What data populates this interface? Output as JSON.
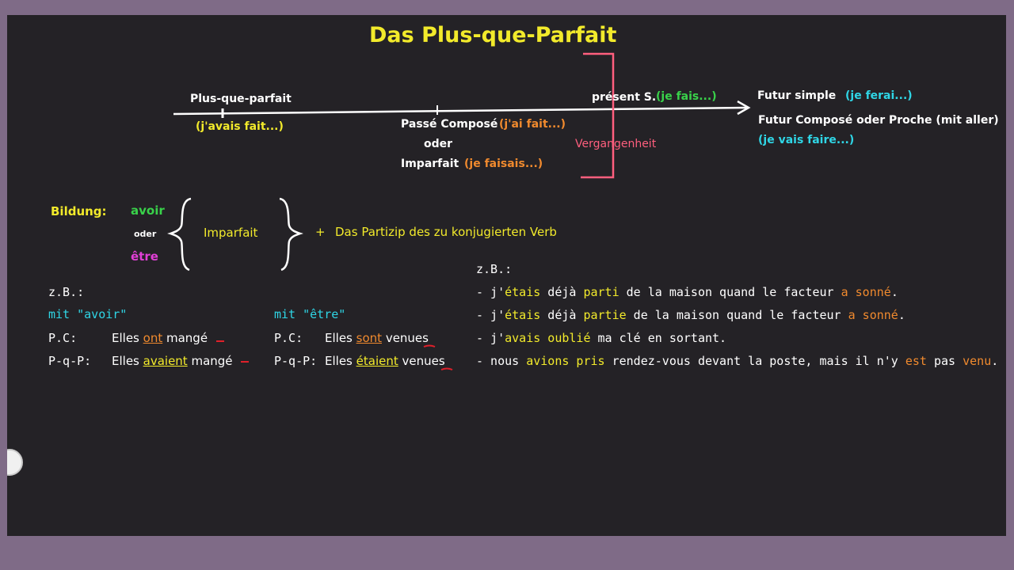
{
  "title": "Das Plus-que-Parfait",
  "timeline": {
    "pqp_label": "Plus-que-parfait",
    "pqp_example": "(j'avais fait...)",
    "pc_label": "Passé Composé",
    "pc_example": "(j'ai fait...)",
    "oder": "oder",
    "imparfait_label": "Imparfait",
    "imparfait_example": "(je faisais...)",
    "present_label": "présent S.",
    "present_example": "(je fais...)",
    "vergangenheit": "Vergangenheit",
    "futur_simple_label": "Futur simple",
    "futur_simple_example": "(je ferai...)",
    "futur_compose_label": "Futur Composé oder Proche (mit aller)",
    "futur_compose_example": "(je vais faire...)"
  },
  "bildung": {
    "label": "Bildung:",
    "avoir": "avoir",
    "oder": "oder",
    "etre": "être",
    "imparfait": "Imparfait",
    "plus": "+",
    "partizip": "Das Partizip des zu konjugierten Verb"
  },
  "examples_left": {
    "zb": "z.B.:",
    "avoir_header": "mit \"avoir\"",
    "pc_label": "P.C:",
    "pc_subject": "Elles",
    "pc_aux": "ont",
    "pc_part": "mangé",
    "pqp_label": "P-q-P:",
    "pqp_subject": "Elles",
    "pqp_aux": "avaient",
    "pqp_part": "mangé"
  },
  "examples_mid": {
    "etre_header": "mit \"être\"",
    "pc_label": "P.C:",
    "pc_subject": "Elles",
    "pc_aux": "sont",
    "pc_part": "venues",
    "pqp_label": "P-q-P:",
    "pqp_subject": "Elles",
    "pqp_aux": "étaient",
    "pqp_part": "venues"
  },
  "examples_right": {
    "zb": "z.B.:",
    "s1": [
      "- j'",
      "étais",
      " déjà ",
      "parti",
      " de la maison quand le facteur ",
      "a sonné",
      "."
    ],
    "s2": [
      "- j'",
      "étais",
      " déjà ",
      "partie",
      " de la maison quand le facteur ",
      "a sonné",
      "."
    ],
    "s3": [
      "- j'",
      "avais oublié",
      " ma clé en sortant."
    ],
    "s4": [
      "- nous ",
      "avions pris",
      " rendez-vous devant la poste, mais il n'y ",
      "est",
      " pas ",
      "venu",
      "."
    ]
  },
  "colors": {
    "board": "#242226",
    "frame": "#7f6b87",
    "yellow": "#f2ea2b",
    "orange": "#f08a2e",
    "green": "#39d24a",
    "cyan": "#2fd6e6",
    "magenta": "#e23fd7",
    "pink": "#ff5f7e"
  }
}
